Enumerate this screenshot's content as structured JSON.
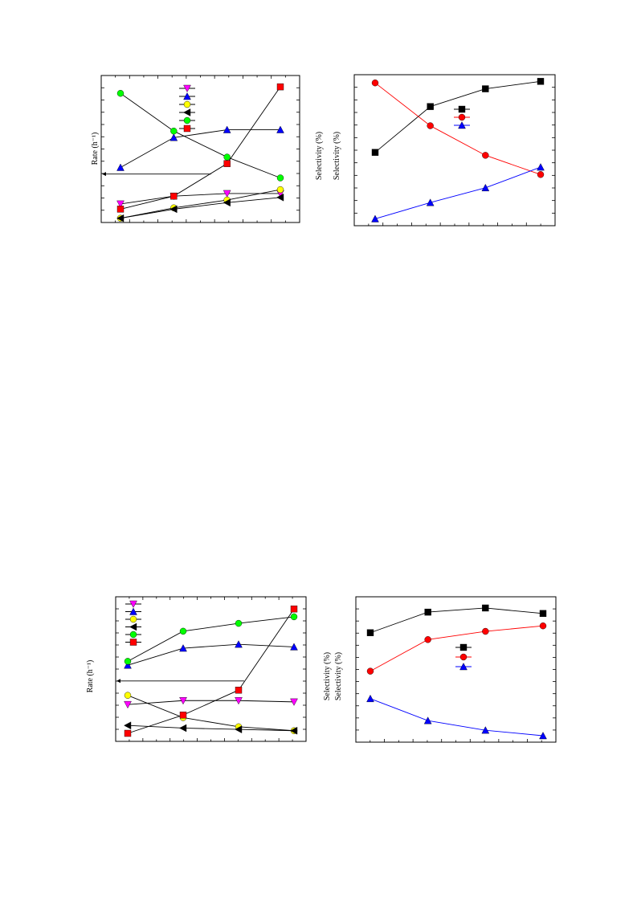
{
  "chart_data": [
    {
      "id": "p1",
      "type": "line",
      "ylabel": "Rate (h⁻¹)",
      "ylim": [
        0,
        100
      ],
      "x": [
        1,
        2,
        3,
        4
      ],
      "xlim": [
        0.6,
        4.4
      ],
      "legend": "upper-center",
      "arrow": {
        "x_from": 2.7,
        "x_to": 0.6,
        "y": 28
      },
      "series": [
        {
          "marker": "tri-down",
          "color": "#ff00ff",
          "values": [
            5,
            11,
            13,
            13
          ]
        },
        {
          "marker": "tri-up",
          "color": "#0000ff",
          "values": [
            33,
            56,
            62,
            62
          ]
        },
        {
          "marker": "circle-open",
          "color": "#ffff00",
          "values": [
            -6,
            2,
            8,
            16
          ]
        },
        {
          "marker": "tri-left",
          "color": "#000000",
          "values": [
            -6,
            1,
            6,
            10
          ]
        },
        {
          "marker": "circle",
          "color": "#00ff00",
          "values": [
            90,
            61,
            41,
            25
          ]
        },
        {
          "marker": "square",
          "color": "#ff0000",
          "values": [
            1,
            11,
            36,
            95
          ]
        }
      ]
    },
    {
      "id": "p2",
      "type": "line",
      "ylabel": "Selectivity (%)",
      "ylabel2": "Selectivity (%)",
      "ylim": [
        0,
        100
      ],
      "x": [
        1,
        2,
        3,
        4
      ],
      "xlim": [
        0.6,
        4.4
      ],
      "legend": "upper-right",
      "series": [
        {
          "marker": "square",
          "color": "#000000",
          "values": [
            48,
            79,
            91,
            96
          ]
        },
        {
          "marker": "circle",
          "color": "#ff0000",
          "values": [
            95,
            66,
            46,
            33
          ]
        },
        {
          "marker": "tri-up",
          "color": "#0000ff",
          "values": [
            3,
            14,
            24,
            38
          ]
        }
      ]
    },
    {
      "id": "p3",
      "type": "line",
      "ylabel": "Rate (h⁻¹)",
      "ylim": [
        0,
        100
      ],
      "x": [
        1,
        2,
        3,
        4
      ],
      "xlim": [
        0.6,
        4.4
      ],
      "legend": "upper-left",
      "arrow": {
        "x_from": 3.1,
        "x_to": 0.6,
        "y": 40
      },
      "series": [
        {
          "marker": "tri-down",
          "color": "#ff00ff",
          "values": [
            22,
            25,
            25,
            24
          ]
        },
        {
          "marker": "tri-up",
          "color": "#0000ff",
          "values": [
            52,
            65,
            68,
            66
          ]
        },
        {
          "marker": "circle-open",
          "color": "#ffff00",
          "values": [
            29,
            12,
            5,
            2
          ]
        },
        {
          "marker": "tri-left",
          "color": "#000000",
          "values": [
            6,
            4,
            3,
            2
          ]
        },
        {
          "marker": "circle",
          "color": "#00ff00",
          "values": [
            55,
            78,
            84,
            89
          ]
        },
        {
          "marker": "square",
          "color": "#ff0000",
          "values": [
            0,
            14,
            33,
            95
          ]
        }
      ]
    },
    {
      "id": "p4",
      "type": "line",
      "ylabel": "Selectivity (%)",
      "ylabel2": "Selectivity (%)",
      "ylim": [
        0,
        100
      ],
      "x": [
        1,
        2,
        3,
        4
      ],
      "xlim": [
        0.6,
        4.4
      ],
      "legend": "center-right",
      "series": [
        {
          "marker": "square",
          "color": "#000000",
          "values": [
            75,
            90,
            93,
            89
          ]
        },
        {
          "marker": "circle",
          "color": "#ff0000",
          "values": [
            47,
            70,
            76,
            80
          ]
        },
        {
          "marker": "tri-up",
          "color": "#0000ff",
          "values": [
            27,
            11,
            4,
            0
          ]
        }
      ]
    }
  ]
}
